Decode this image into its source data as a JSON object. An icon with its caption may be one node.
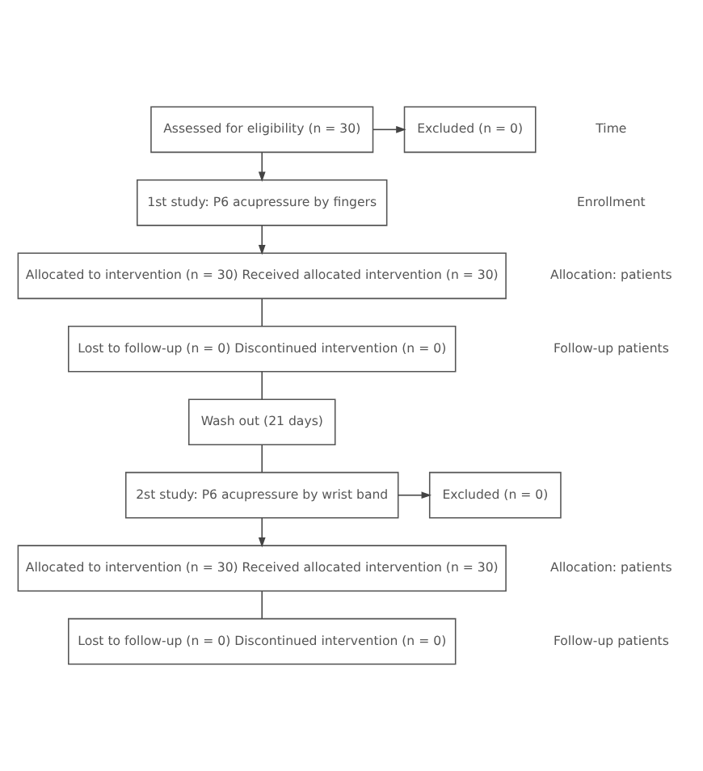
{
  "diagram": {
    "nodes": [
      {
        "text": [
          "Assessed for eligibility (n = 30)"
        ]
      },
      {
        "text": [
          "Excluded (n = 0)"
        ]
      },
      {
        "text": [
          "1st study: P6 acupressure by fingers"
        ]
      },
      {
        "text": [
          "Allocated to intervention (n = 30) Received allocated intervention (n = 30)"
        ]
      },
      {
        "text": [
          "Lost to follow-up (n = 0) Discontinued intervention (n = 0)"
        ]
      },
      {
        "text": [
          "Wash out (21 days)"
        ]
      },
      {
        "text": [
          "2st study: P6 acupressure by wrist band"
        ]
      },
      {
        "text": [
          "Excluded (n = 0)"
        ]
      },
      {
        "text": [
          "Allocated to intervention (n = 30) Received allocated intervention (n = 30)"
        ]
      },
      {
        "text": [
          "Lost to follow-up (n = 0) Discontinued intervention (n = 0)"
        ]
      }
    ],
    "edges": [
      {
        "from": 0,
        "to": 1,
        "arrow": "to"
      },
      {
        "from": 0,
        "to": 2,
        "arrow": "to"
      },
      {
        "from": 2,
        "to": 3,
        "arrow": "to"
      },
      {
        "from": 3,
        "to": 4,
        "arrow": "none"
      },
      {
        "from": 4,
        "to": 5,
        "arrow": "none"
      },
      {
        "from": 5,
        "to": 6,
        "arrow": "none"
      },
      {
        "from": 6,
        "to": 7,
        "arrow": "to"
      },
      {
        "from": 6,
        "to": 8,
        "arrow": "to"
      },
      {
        "from": 8,
        "to": 9,
        "arrow": "none"
      }
    ],
    "labels": [
      "Time",
      "Enrollment",
      "Allocation: patients",
      "Follow-up patients",
      "Allocation: patients",
      "Follow-up patients"
    ]
  }
}
